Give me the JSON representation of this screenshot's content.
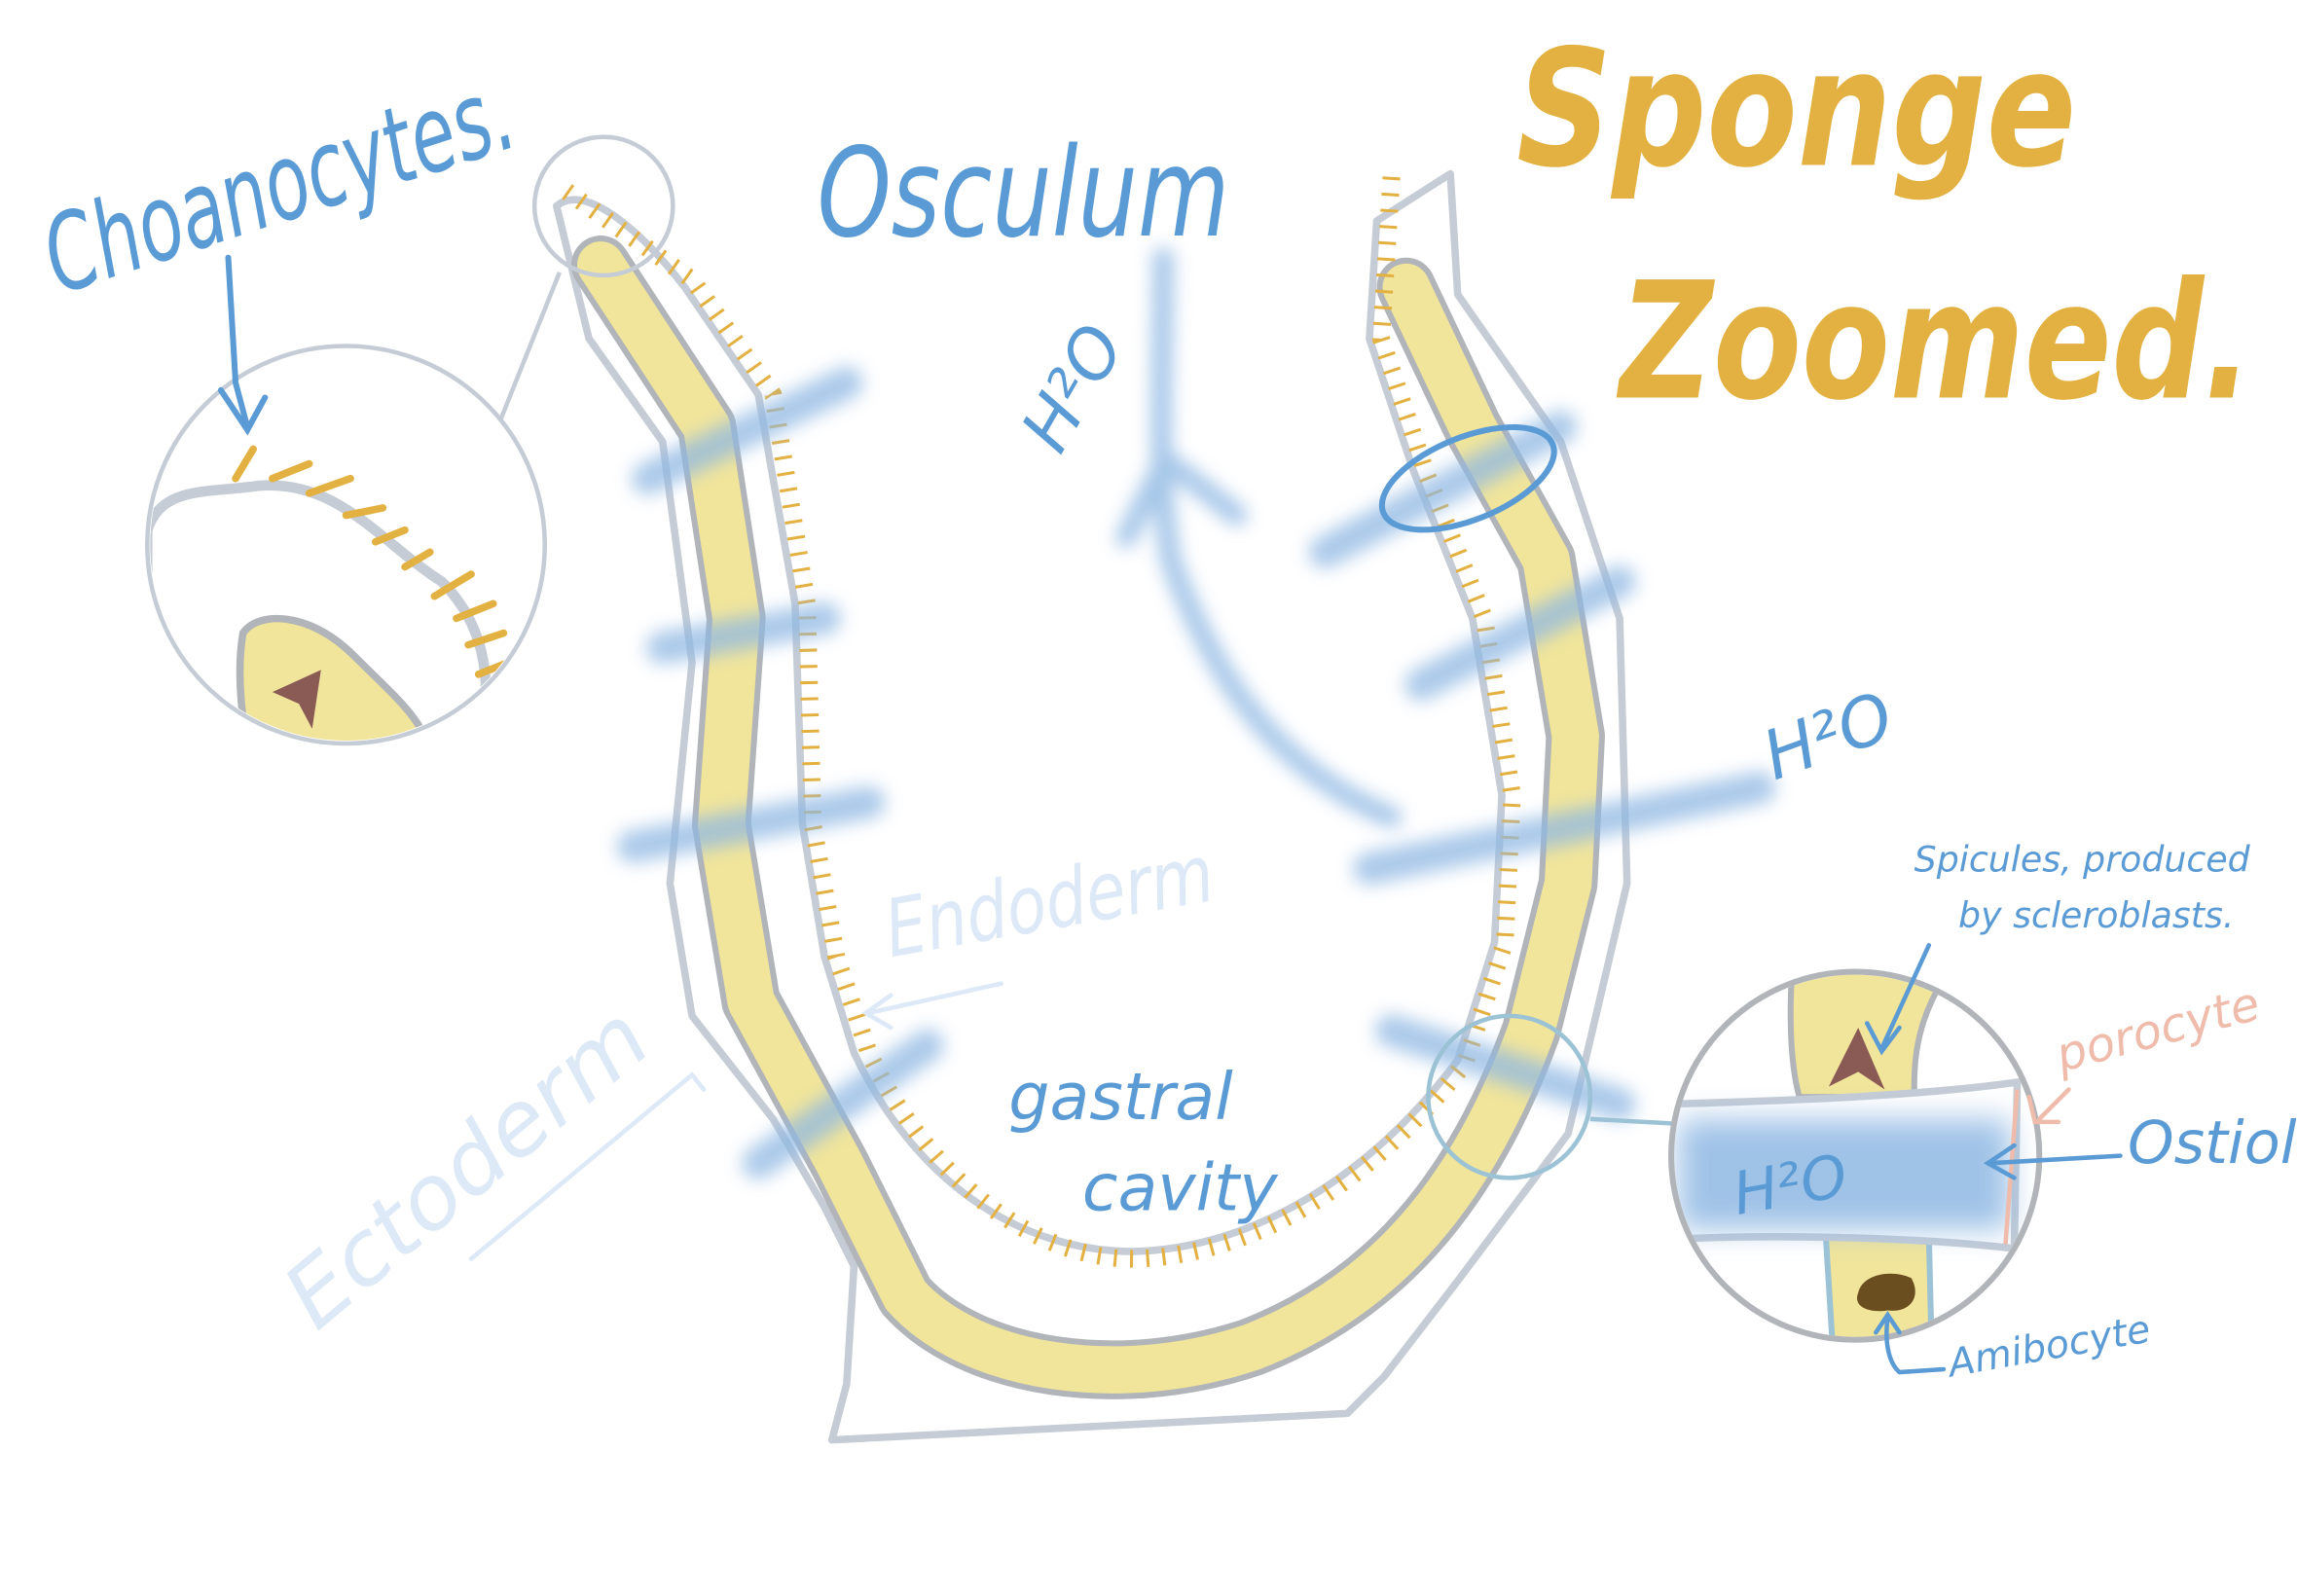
{
  "title": {
    "line1": "Sponge",
    "line2": "Zoomed."
  },
  "labels": {
    "choanocytes": "Choanocytes.",
    "osculum": "Osculum",
    "water_top": "H²O",
    "water_right": "H²O",
    "water_zoom": "H²O",
    "endoderm": "Endoderm",
    "ectoderm": "Ectoderm",
    "gastral_line1": "gastral",
    "gastral_line2": "cavity",
    "spicules_line1": "Spicules, produced",
    "spicules_line2": "by scleroblasts.",
    "porocyte": "porocyte",
    "ostiole": "Ostiole",
    "amibocyte": "Amibocyte"
  },
  "colors": {
    "label_blue": "#5b9bd5",
    "title_orange": "#e3b142",
    "mesohyl_yellow": "#f1e59b",
    "wall_grey": "#c5ccd6",
    "porocyte_pink": "#efbcab",
    "spicule_brown": "#8a5a55",
    "amibocyte_brown": "#6b4e1f"
  }
}
